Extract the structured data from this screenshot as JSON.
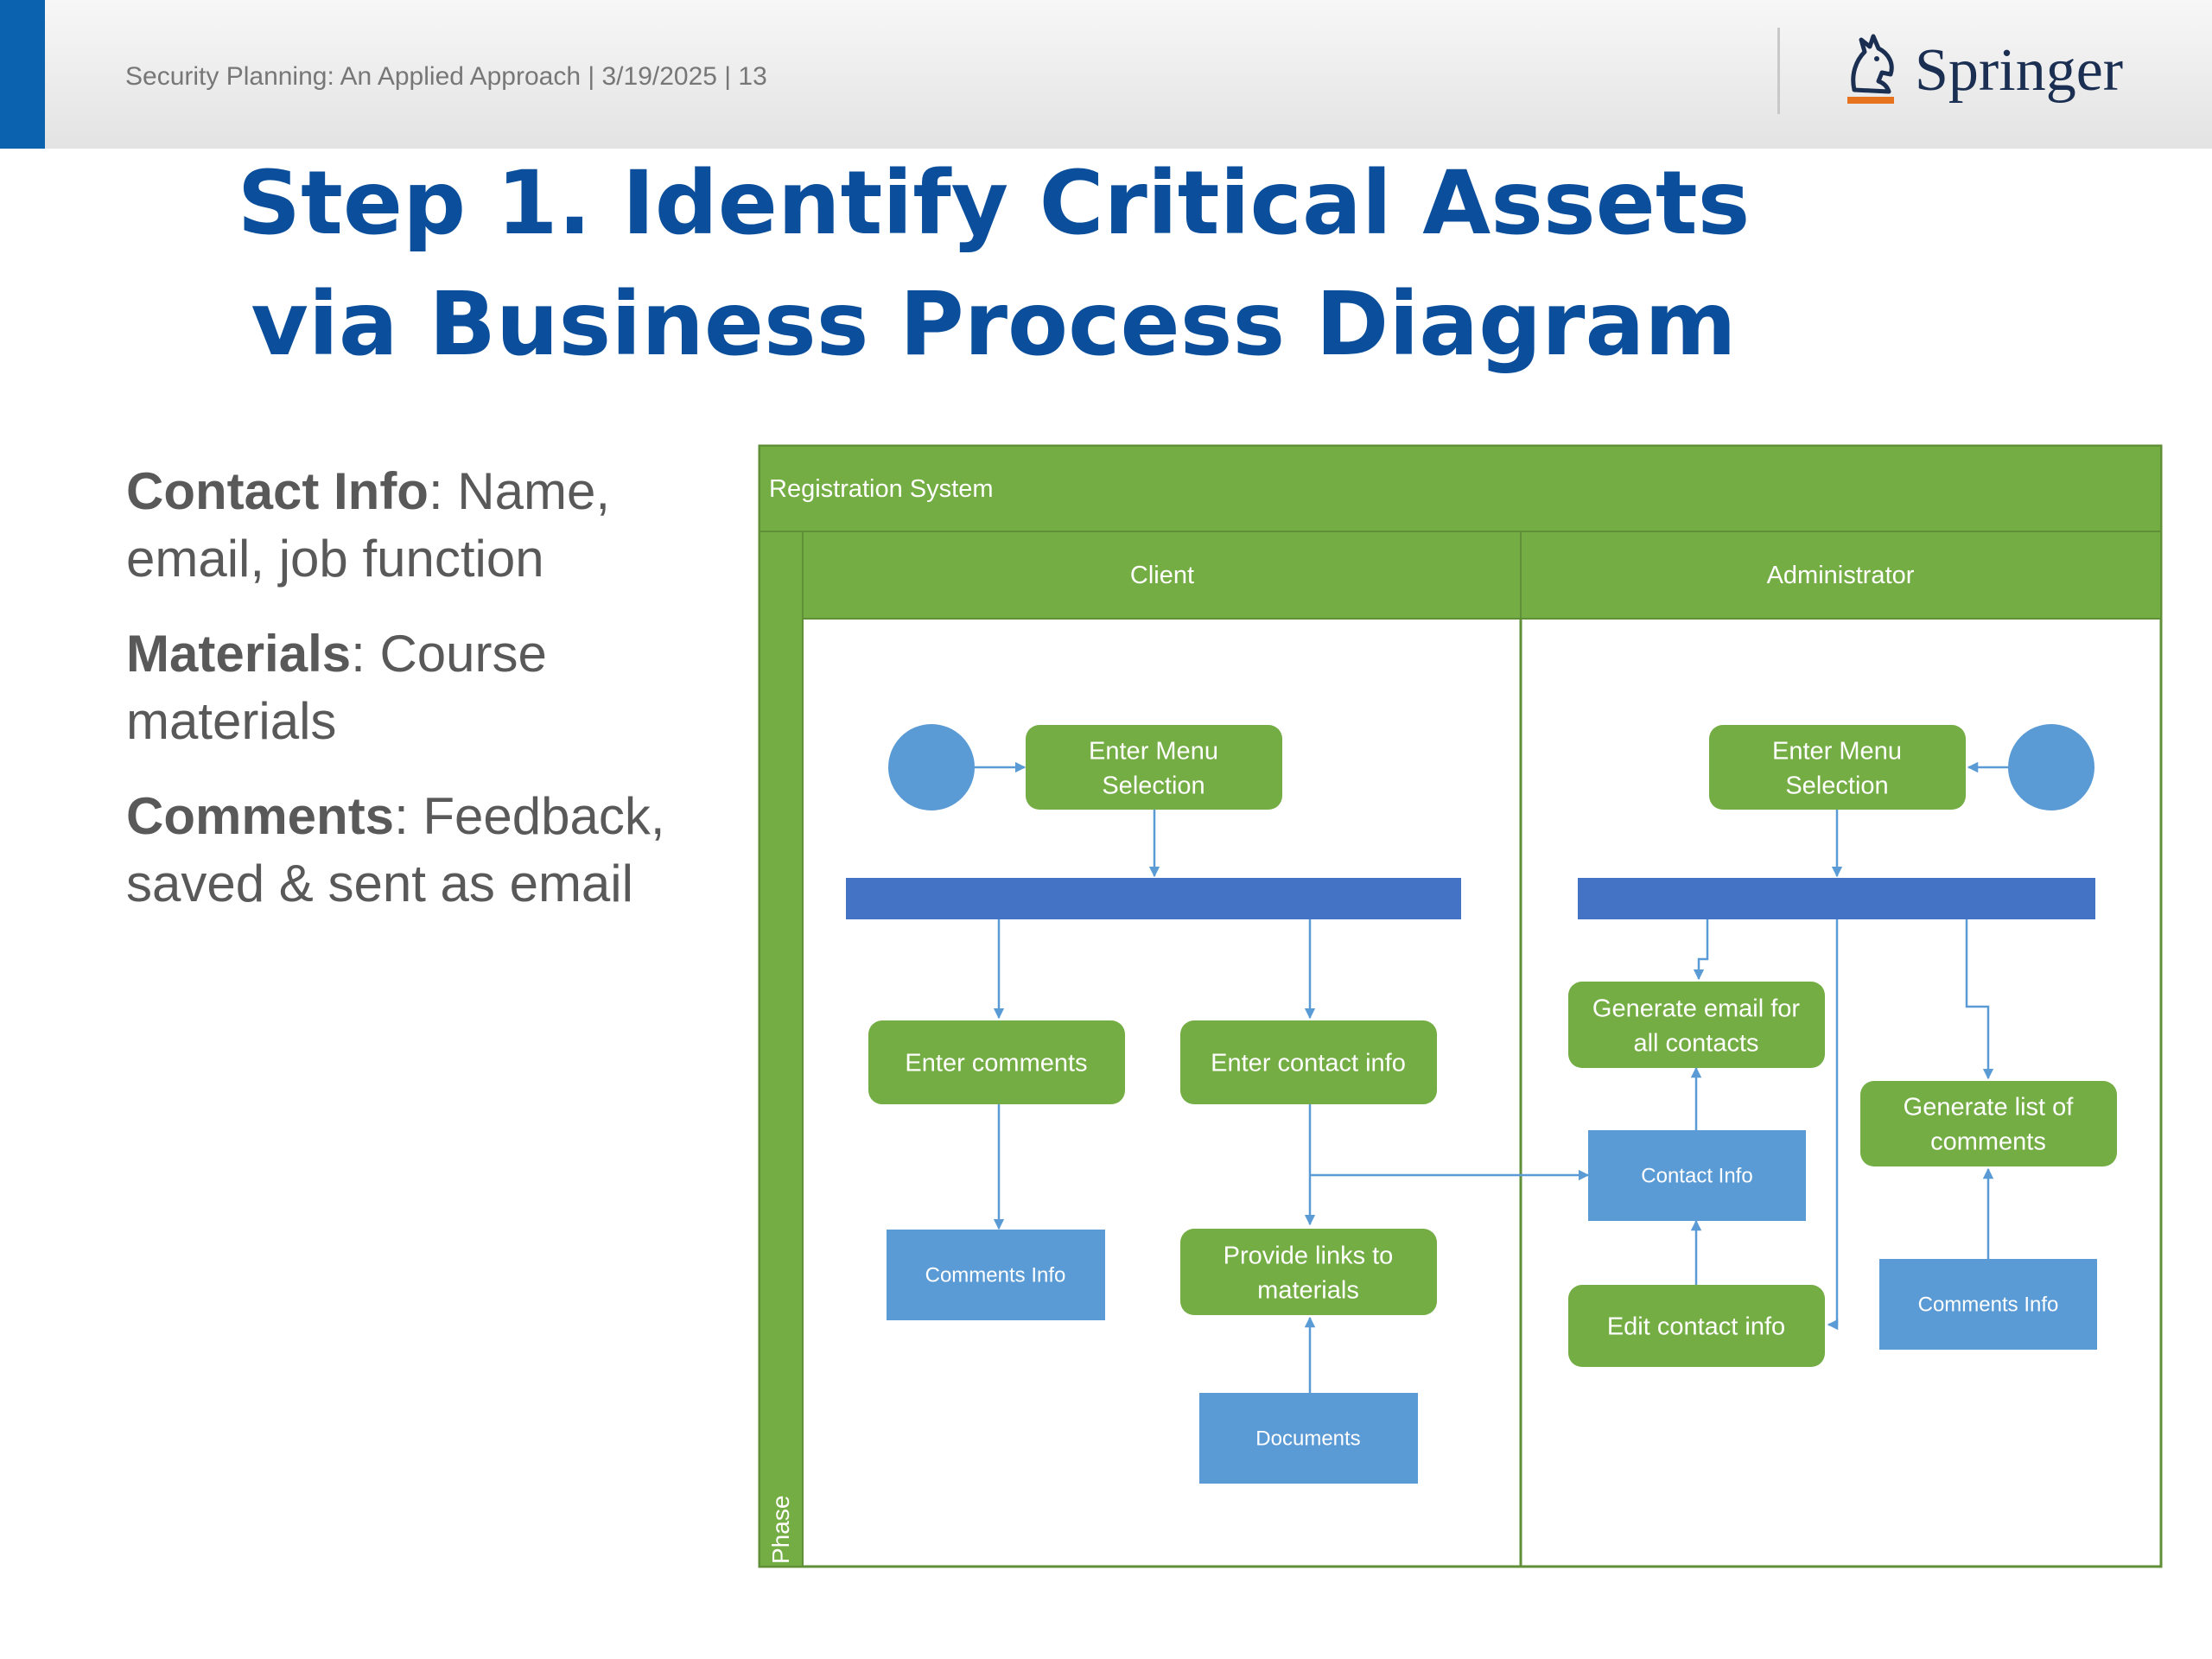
{
  "header": {
    "footer_text": "Security Planning: An Applied Approach | 3/19/2025 | 13",
    "brand": "Springer",
    "accent_color": "#0b63b0",
    "logo_icon": "springer-horse-logo"
  },
  "title": {
    "line1": "Step 1.  Identify Critical Assets",
    "line2": "via Business Process Diagram"
  },
  "bullets": [
    {
      "term": "Contact Info",
      "text": ": Name, email, job function"
    },
    {
      "term": "Materials",
      "text": ": Course materials"
    },
    {
      "term": "Comments",
      "text": ":  Feedback, saved & sent as email"
    }
  ],
  "diagram": {
    "pool": "Registration System",
    "phase": "Phase",
    "lanes": [
      "Client",
      "Administrator"
    ],
    "colors": {
      "green": "#74ad44",
      "blue_box": "#5b9bd5",
      "bar": "#4472c4",
      "arrow": "#5b9bd5"
    },
    "nodes": {
      "c_menu": "Enter Menu|Selection",
      "c_comments": "Enter comments",
      "c_contact": "Enter contact info",
      "c_comments_info": "Comments Info",
      "c_links": "Provide links to|materials",
      "c_docs": "Documents",
      "a_menu": "Enter Menu|Selection",
      "a_gen_email": "Generate email for|all contacts",
      "a_contact_info": "Contact Info",
      "a_edit": "Edit contact info",
      "a_gen_list": "Generate list of|comments",
      "a_comments_info": "Comments Info"
    }
  }
}
